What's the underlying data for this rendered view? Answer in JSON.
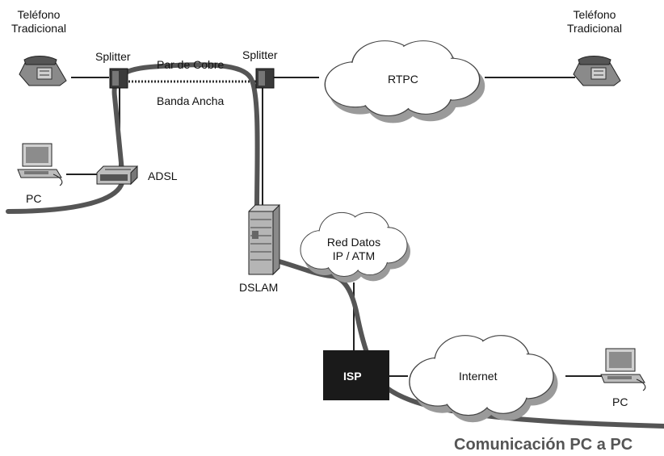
{
  "labels": {
    "phone_left": "Teléfono\nTradicional",
    "phone_right": "Teléfono\nTradicional",
    "splitter_left": "Splitter",
    "splitter_right": "Splitter",
    "copper": "Par de Cobre",
    "broadband": "Banda Ancha",
    "pstn": "RTPC",
    "adsl": "ADSL",
    "pc_left": "PC",
    "dslam": "DSLAM",
    "data_net": "Red Datos\nIP / ATM",
    "isp": "ISP",
    "internet": "Internet",
    "pc_right": "PC",
    "caption": "Comunicación PC a PC"
  },
  "colors": {
    "thick_path": "#555555",
    "thin_line": "#222222",
    "cloud_fill": "#ffffff",
    "cloud_shadow": "#9a9a9a",
    "isp_box": "#1a1a1a",
    "caption": "#555555"
  }
}
